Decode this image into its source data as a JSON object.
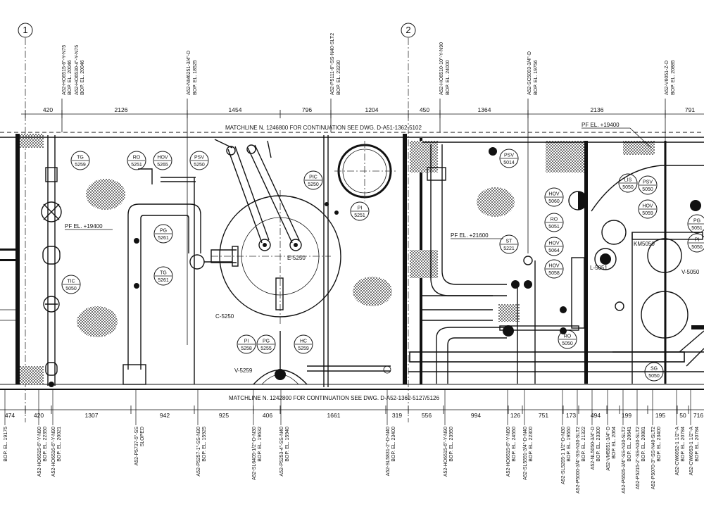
{
  "grid": [
    {
      "id": "grid-1",
      "label": "1"
    },
    {
      "id": "grid-2",
      "label": "2"
    }
  ],
  "matchline_top": "MATCHLINE N. 1246800 FOR CONTINUATION SEE DWG. D-A51-1362-5102",
  "matchline_bottom": "MATCHLINE N. 1242800 FOR CONTINUATION SEE DWG. D-A52-1362-5127/5126",
  "dims_top": [
    "420",
    "2126",
    "1454",
    "796",
    "1204",
    "450",
    "1364",
    "2136",
    "791"
  ],
  "dims_bottom": [
    "474",
    "420",
    "1307",
    "942",
    "925",
    "406",
    "1661",
    "319",
    "556",
    "994",
    "126",
    "751",
    "173",
    "494",
    "199",
    "195",
    "50",
    "716"
  ],
  "floor_labels": [
    "PF EL. +19400",
    "PF EL. +19400",
    "PF EL. +21600"
  ],
  "equipment": [
    "E-5250",
    "C-5250",
    "V-5259",
    "V-5050",
    "L-5051",
    "KM5050"
  ],
  "instruments": [
    {
      "type": "TG",
      "num": "5259"
    },
    {
      "type": "RO",
      "num": "5251"
    },
    {
      "type": "HOV",
      "num": "5265"
    },
    {
      "type": "PSV",
      "num": "5250"
    },
    {
      "type": "PG",
      "num": "5261"
    },
    {
      "type": "TG",
      "num": "5261"
    },
    {
      "type": "TIC",
      "num": "5050"
    },
    {
      "type": "PIC",
      "num": "5250"
    },
    {
      "type": "PI",
      "num": "5251"
    },
    {
      "type": "PI",
      "num": "5258"
    },
    {
      "type": "PG",
      "num": "5255"
    },
    {
      "type": "HC",
      "num": "5259"
    },
    {
      "type": "PSV",
      "num": "5014"
    },
    {
      "type": "ST",
      "num": "5221"
    },
    {
      "type": "HOV",
      "num": "5060"
    },
    {
      "type": "RO",
      "num": "5051"
    },
    {
      "type": "HOV",
      "num": "5064"
    },
    {
      "type": "HOV",
      "num": "5058"
    },
    {
      "type": "LIS",
      "num": "5050"
    },
    {
      "type": "PSV",
      "num": "5050"
    },
    {
      "type": "HOV",
      "num": "5059"
    },
    {
      "type": "PG",
      "num": "5051"
    },
    {
      "type": "PI",
      "num": "5050"
    },
    {
      "type": "RO",
      "num": "5050"
    },
    {
      "type": "SG",
      "num": "5050"
    }
  ],
  "top_lines": [
    {
      "line": "A52-HO6515-6\"-Y-N75",
      "el": "BOP. EL. 20046"
    },
    {
      "line": "A52-HO6530-4\"-Y-N75",
      "el": "BOP. EL. 20046"
    },
    {
      "line": "A52-NM6251-3/4\"-D",
      "el": "BOP. EL. 18525"
    },
    {
      "line": "A52-P5111-6\"-SS-N40-SLT2",
      "el": "BOP. EL. 23230"
    },
    {
      "line": "A52-HO6510-10\"-Y-N90",
      "el": "BOP. EL. 24000"
    },
    {
      "line": "A52-SC5003-3/4\"-D",
      "el": "BOP. EL. 19756"
    },
    {
      "line": "A52-V6051-Z-D",
      "el": "BOP. EL. 20885"
    }
  ],
  "bottom_lines": [
    {
      "line": "",
      "el": "BOP. EL. 19175"
    },
    {
      "line": "A52-HO6515-6\"-Y-N90",
      "el": "BOP. EL. 22350"
    },
    {
      "line": "A52-HO6516-6\"-Y-N90",
      "el": "BOP. EL. 20021"
    },
    {
      "line": "A52-P5737-5\"-SS",
      "el": "SLOPED"
    },
    {
      "line": "A52-P5257-1\"-SS-N30",
      "el": "BOP. EL. 15925"
    },
    {
      "line": "A52-SL6405-1/2\"-D-N30",
      "el": "BOP. EL. 19632"
    },
    {
      "line": "A52-P5253-4\"-SS-N40",
      "el": "BOP. EL. 15940"
    },
    {
      "line": "A52-SL5831-2\"-D-N40",
      "el": "BOP. EL. 23400"
    },
    {
      "line": "A52-HO6515-6\"-Y-N90",
      "el": "BOP. EL. 23950"
    },
    {
      "line": "A52-HO6515-6\"-Y-N90",
      "el": "BOP. EL. 24550"
    },
    {
      "line": "A52-SL5591-3/4\"-D-N40",
      "el": "BOP. EL. 22300"
    },
    {
      "line": "A52-SL5205-1 1/2\"-D-N30",
      "el": "BOP. EL. 19550"
    },
    {
      "line": "A52-P5000-3/4\"-SS-N30-SLT2",
      "el": "BOP. EL. 21322"
    },
    {
      "line": "A52-NL5050-3/4\"-D",
      "el": "BOP. EL. 23300"
    },
    {
      "line": "A52-VM5051-3/4\"-D",
      "el": "BOP. EL. 2064"
    },
    {
      "line": "A52-P6505-3/4\"-SS-N30-SLT2",
      "el": "BOP. EL. 20641"
    },
    {
      "line": "A52-P5215-2\"-SS-N30-SLT2",
      "el": "BOP. EL. 20881"
    },
    {
      "line": "A52-P5070-3\"-SS-N40-SLT2",
      "el": "BOP. EL. 23400"
    },
    {
      "line": "A52-CW6052-1 1/2\"-A",
      "el": "BOP. EL. 20784"
    },
    {
      "line": "A52-CW6053-1 1/2\"-A",
      "el": "BOP. EL. 20784"
    }
  ]
}
